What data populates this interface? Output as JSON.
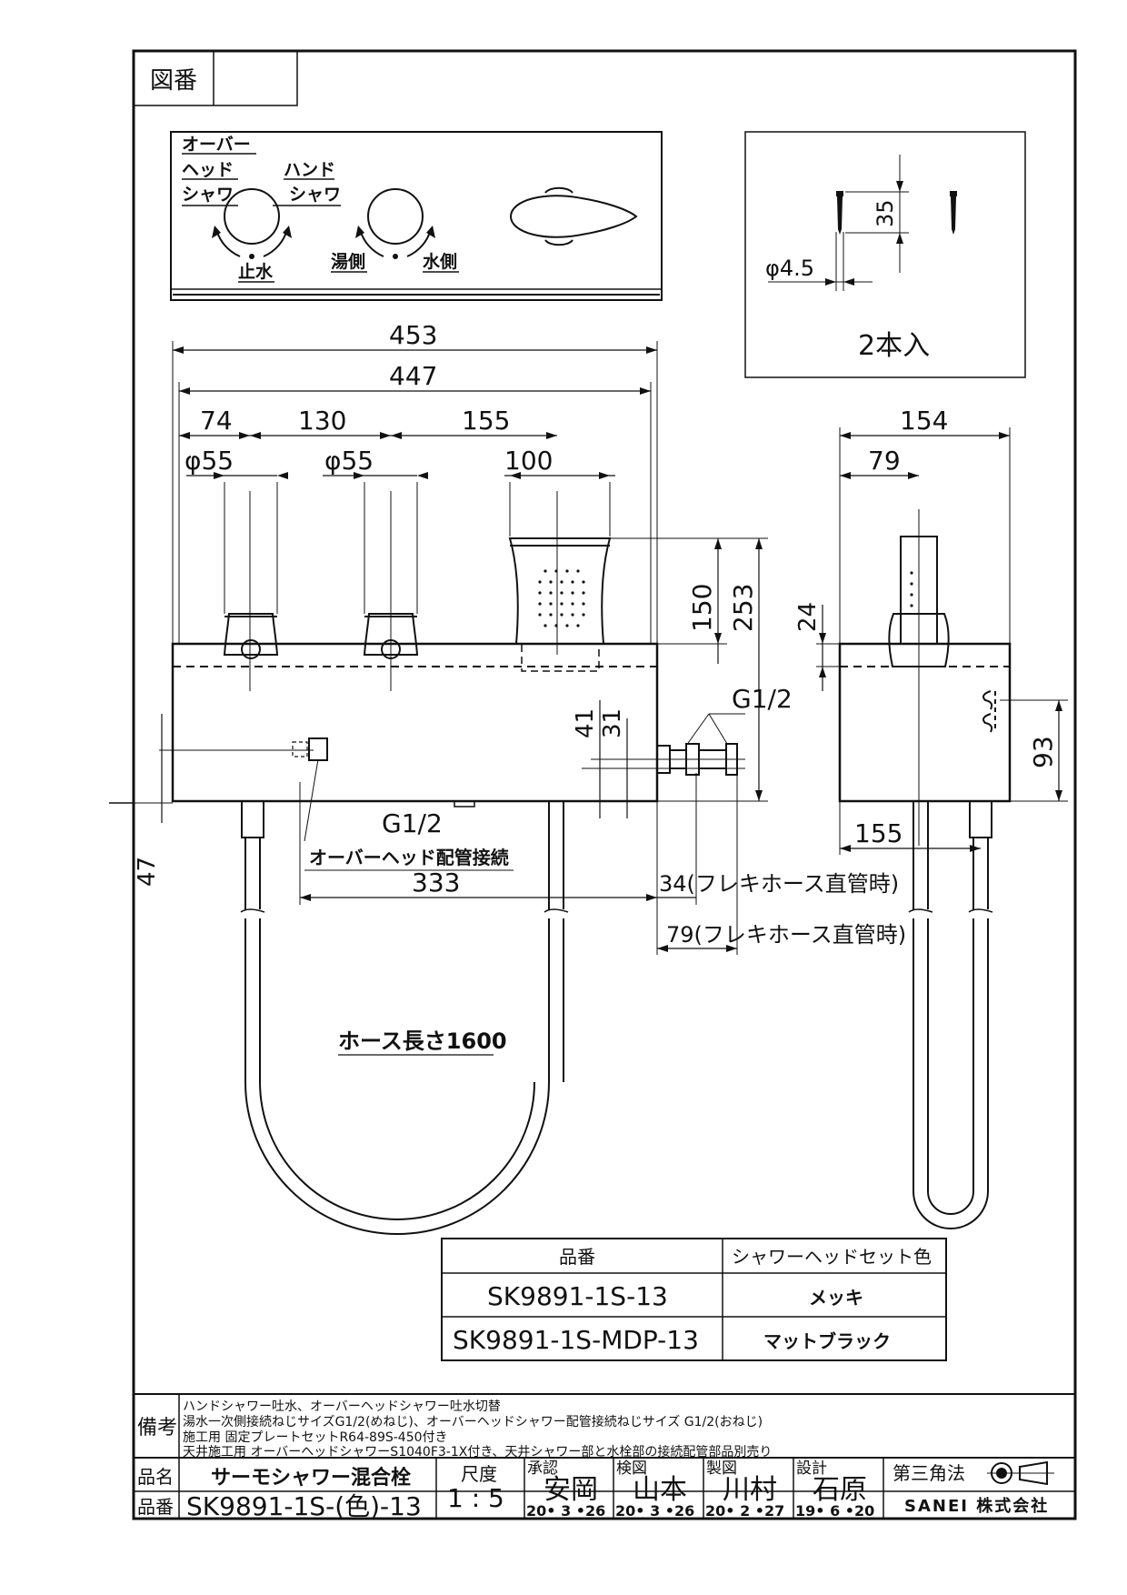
{
  "zuban_label": "図番",
  "front_panel": {
    "overhead_l1": "オーバー",
    "overhead_l2": "ヘッド",
    "overhead_l3": "シャワ",
    "hand_l1": "ハンド",
    "hand_l2": "シャワ",
    "stop_water": "止水",
    "hot_side": "湯側",
    "cold_side": "水側"
  },
  "screw": {
    "length": "35",
    "diameter": "φ4.5",
    "quantity": "2本入"
  },
  "dims": {
    "overall_453": "453",
    "overall_447": "447",
    "d74": "74",
    "d130": "130",
    "d155": "155",
    "phi55_a": "φ55",
    "phi55_b": "φ55",
    "d100": "100",
    "d150": "150",
    "d253": "253",
    "d41": "41",
    "d31": "31",
    "g12_right": "G1/2",
    "g12_mid": "G1/2",
    "overhead_conn": "オーバーヘッド配管接続",
    "d333": "333",
    "d47": "47",
    "d34": "34(フレキホース直管時)",
    "d79b": "79(フレキホース直管時)",
    "hose_length": "ホース長さ1600",
    "side_154": "154",
    "side_79": "79",
    "side_24": "24",
    "side_93": "93",
    "side_155": "155"
  },
  "color_table": {
    "header_part": "品番",
    "header_color": "シャワーヘッドセット色",
    "rows": [
      {
        "part": "SK9891-1S-13",
        "color": "メッキ"
      },
      {
        "part": "SK9891-1S-MDP-13",
        "color": "マットブラック"
      }
    ]
  },
  "remarks": {
    "label": "備考",
    "lines": [
      "ハンドシャワー吐水、オーバーヘッドシャワー吐水切替",
      "湯水一次側接続ねじサイズG1/2(めねじ)、オーバーヘッドシャワー配管接続ねじサイズ G1/2(おねじ)",
      "施工用 固定プレートセットR64-89S-450付き",
      "天井施工用 オーバーヘッドシャワーS1040F3-1X付き、天井シャワー部と水栓部の接続配管部品別売り"
    ]
  },
  "title_block": {
    "name_label": "品名",
    "name_value": "サーモシャワー混合栓",
    "number_label": "品番",
    "number_value": "SK9891-1S-(色)-13",
    "scale_label": "尺度",
    "scale_value": "1 : 5",
    "approvals": [
      {
        "role": "承認",
        "name": "安岡",
        "date": "20• 3 •26"
      },
      {
        "role": "検図",
        "name": "山本",
        "date": "20• 3 •26"
      },
      {
        "role": "製図",
        "name": "川村",
        "date": "20• 2 •27"
      },
      {
        "role": "設計",
        "name": "石原",
        "date": "19• 6 •20"
      }
    ],
    "projection": "第三角法",
    "company": "SANEI 株式会社"
  }
}
